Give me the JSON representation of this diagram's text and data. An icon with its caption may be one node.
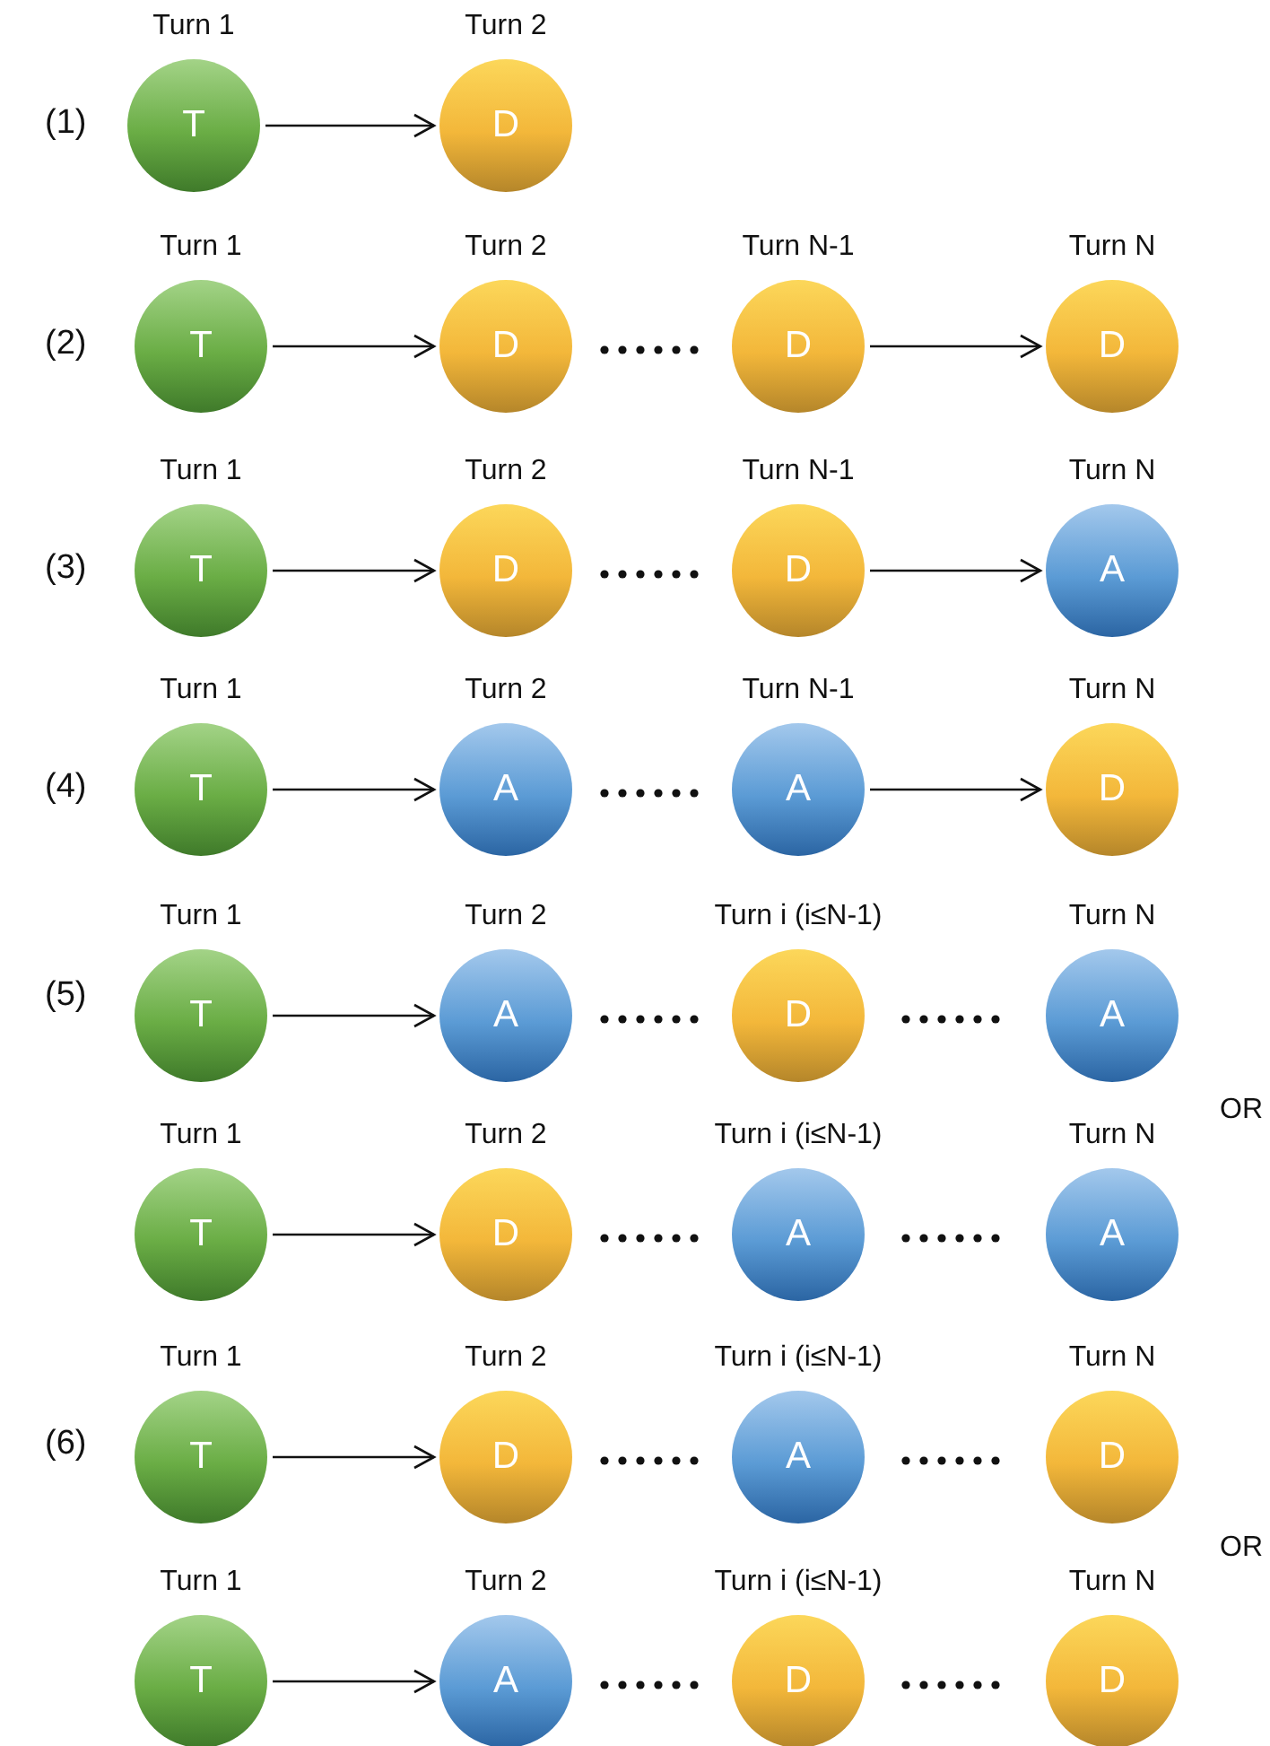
{
  "diagram": {
    "nodes": [
      {
        "text": [
          "Turn 1",
          "T"
        ]
      },
      {
        "text": [
          "Turn 2",
          "D"
        ]
      },
      {
        "text": [
          "Turn 1",
          "T"
        ]
      },
      {
        "text": [
          "Turn 2",
          "D"
        ]
      },
      {
        "text": [
          "Turn N-1",
          "D"
        ]
      },
      {
        "text": [
          "Turn N",
          "D"
        ]
      },
      {
        "text": [
          "Turn 1",
          "T"
        ]
      },
      {
        "text": [
          "Turn 2",
          "D"
        ]
      },
      {
        "text": [
          "Turn N-1",
          "D"
        ]
      },
      {
        "text": [
          "Turn N",
          "A"
        ]
      },
      {
        "text": [
          "Turn 1",
          "T"
        ]
      },
      {
        "text": [
          "Turn 2",
          "A"
        ]
      },
      {
        "text": [
          "Turn N-1",
          "A"
        ]
      },
      {
        "text": [
          "Turn N",
          "D"
        ]
      },
      {
        "text": [
          "Turn 1",
          "T"
        ]
      },
      {
        "text": [
          "Turn 2",
          "A"
        ]
      },
      {
        "text": [
          "Turn i (i≤N-1)",
          "D"
        ]
      },
      {
        "text": [
          "Turn N",
          "A"
        ]
      },
      {
        "text": [
          "Turn 1",
          "T"
        ]
      },
      {
        "text": [
          "Turn 2",
          "D"
        ]
      },
      {
        "text": [
          "Turn i (i≤N-1)",
          "A"
        ]
      },
      {
        "text": [
          "Turn N",
          "A"
        ]
      },
      {
        "text": [
          "Turn 1",
          "T"
        ]
      },
      {
        "text": [
          "Turn 2",
          "D"
        ]
      },
      {
        "text": [
          "Turn i (i≤N-1)",
          "A"
        ]
      },
      {
        "text": [
          "Turn N",
          "D"
        ]
      },
      {
        "text": [
          "Turn 1",
          "T"
        ]
      },
      {
        "text": [
          "Turn 2",
          "A"
        ]
      },
      {
        "text": [
          "Turn i (i≤N-1)",
          "D"
        ]
      },
      {
        "text": [
          "Turn N",
          "D"
        ]
      }
    ],
    "edges": [
      {
        "from": 0,
        "to": 1,
        "arrow": "to"
      },
      {
        "from": 2,
        "to": 3,
        "arrow": "to"
      },
      {
        "from": 4,
        "to": 5,
        "arrow": "to"
      },
      {
        "from": 6,
        "to": 7,
        "arrow": "to"
      },
      {
        "from": 8,
        "to": 9,
        "arrow": "to"
      },
      {
        "from": 10,
        "to": 11,
        "arrow": "to"
      },
      {
        "from": 12,
        "to": 13,
        "arrow": "to"
      },
      {
        "from": 14,
        "to": 15,
        "arrow": "to"
      },
      {
        "from": 18,
        "to": 19,
        "arrow": "to"
      },
      {
        "from": 22,
        "to": 23,
        "arrow": "to"
      },
      {
        "from": 26,
        "to": 27,
        "arrow": "to"
      }
    ],
    "labels": [
      "(1)",
      "(2)",
      "(3)",
      "(4)",
      "(5)",
      "OR",
      "(6)",
      "OR"
    ]
  }
}
